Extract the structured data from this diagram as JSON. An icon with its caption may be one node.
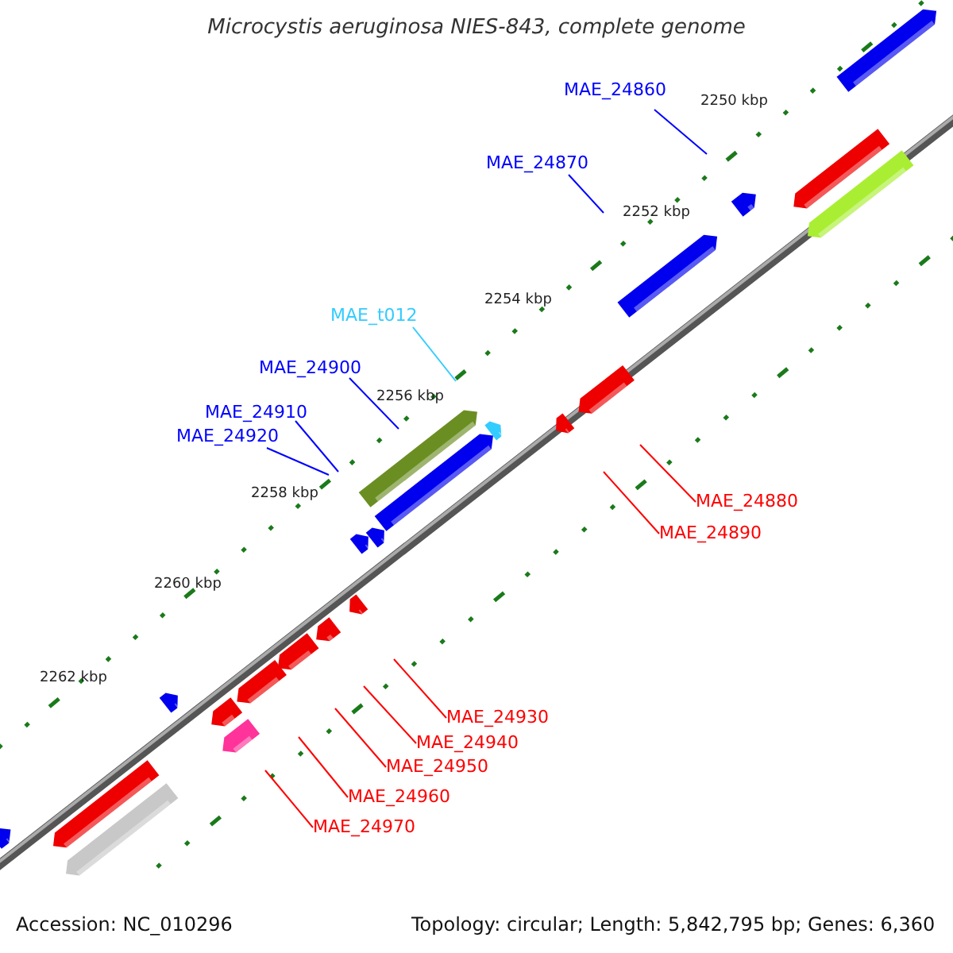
{
  "diagram": {
    "title": "Microcystis aeruginosa NIES-843, complete genome",
    "nodes": [
      {
        "text": [
          "MAE_24860"
        ]
      },
      {
        "text": [
          "MAE_24870"
        ]
      },
      {
        "text": [
          "MAE_t012"
        ]
      },
      {
        "text": [
          "MAE_24900"
        ]
      },
      {
        "text": [
          "MAE_24910"
        ]
      },
      {
        "text": [
          "MAE_24920"
        ]
      },
      {
        "text": [
          "MAE_24880"
        ]
      },
      {
        "text": [
          "MAE_24890"
        ]
      },
      {
        "text": [
          "MAE_24930"
        ]
      },
      {
        "text": [
          "MAE_24940"
        ]
      },
      {
        "text": [
          "MAE_24950"
        ]
      },
      {
        "text": [
          "MAE_24960"
        ]
      },
      {
        "text": [
          "MAE_24970"
        ]
      }
    ],
    "edges": [
      {
        "from": 0,
        "to": null,
        "arrow": "none",
        "color": "#0000ff"
      },
      {
        "from": 1,
        "to": null,
        "arrow": "none",
        "color": "#0000ff"
      },
      {
        "from": 2,
        "to": null,
        "arrow": "none",
        "color": "#33ccff"
      },
      {
        "from": 3,
        "to": null,
        "arrow": "none",
        "color": "#0000ff"
      },
      {
        "from": 4,
        "to": null,
        "arrow": "none",
        "color": "#0000ff"
      },
      {
        "from": 5,
        "to": null,
        "arrow": "none",
        "color": "#0000ff"
      },
      {
        "from": 6,
        "to": null,
        "arrow": "none"
      },
      {
        "from": 7,
        "to": null,
        "arrow": "none"
      },
      {
        "from": 8,
        "to": null,
        "arrow": "none"
      },
      {
        "from": 9,
        "to": null,
        "arrow": "none"
      },
      {
        "from": 10,
        "to": null,
        "arrow": "none"
      },
      {
        "from": 11,
        "to": null,
        "arrow": "none"
      },
      {
        "from": 12,
        "to": null,
        "arrow": "none"
      }
    ],
    "labels": [
      "2250 kbp",
      "2252 kbp",
      "2254 kbp",
      "2256 kbp",
      "2258 kbp",
      "2260 kbp",
      "2262 kbp",
      "Accession: NC_010296",
      "Topology: circular; Length: 5,842,795 bp; Genes: 6,360"
    ]
  }
}
